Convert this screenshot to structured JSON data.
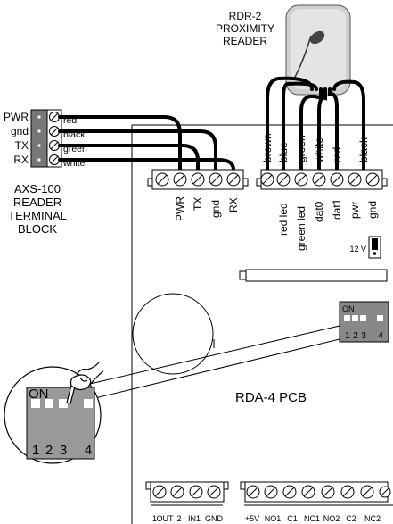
{
  "reader": {
    "title_lines": [
      "RDR-2",
      "PROXIMITY",
      "READER"
    ],
    "wire_colors": [
      "brown",
      "blue",
      "green",
      "white",
      "red",
      "black"
    ]
  },
  "axs_block": {
    "left_labels": [
      "PWR",
      "gnd",
      "TX",
      "RX"
    ],
    "wire_labels": [
      "red",
      "black",
      "green",
      "white"
    ],
    "title_lines": [
      "AXS-100",
      "READER",
      "TERMINAL",
      "BLOCK"
    ]
  },
  "pcb": {
    "left_terminals": [
      "PWR",
      "TX",
      "gnd",
      "RX"
    ],
    "right_terminals": [
      "red led",
      "green led",
      "dat0",
      "dat1",
      "pwr",
      "gnd"
    ],
    "jumper_label": "12 V",
    "name": "RDA-4 PCB",
    "dip_label": "ON",
    "dip_numbers": [
      "1",
      "2",
      "3",
      "4"
    ],
    "bottom_left_labels": [
      "1",
      "OUT",
      "2",
      "IN1",
      "GND"
    ],
    "bottom_right_labels": [
      "+5V",
      "NO1",
      "C1",
      "NC1",
      "NO2",
      "C2",
      "NC2"
    ]
  },
  "zoom": {
    "dip_label": "ON",
    "dip_numbers": [
      "1",
      "2",
      "3",
      "4"
    ]
  }
}
